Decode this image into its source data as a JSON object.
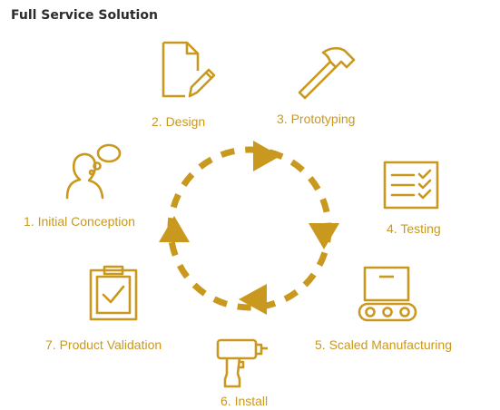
{
  "title": "Full Service Solution",
  "accent_color": "#c9981e",
  "steps": [
    {
      "label": "1. Initial Conception",
      "icon": "person-thought-icon"
    },
    {
      "label": "2. Design",
      "icon": "document-pencil-icon"
    },
    {
      "label": "3. Prototyping",
      "icon": "hammer-icon"
    },
    {
      "label": "4. Testing",
      "icon": "checklist-icon"
    },
    {
      "label": "5. Scaled Manufacturing",
      "icon": "conveyor-belt-icon"
    },
    {
      "label": "6. Install",
      "icon": "power-drill-icon"
    },
    {
      "label": "7. Product Validation",
      "icon": "clipboard-check-icon"
    }
  ]
}
